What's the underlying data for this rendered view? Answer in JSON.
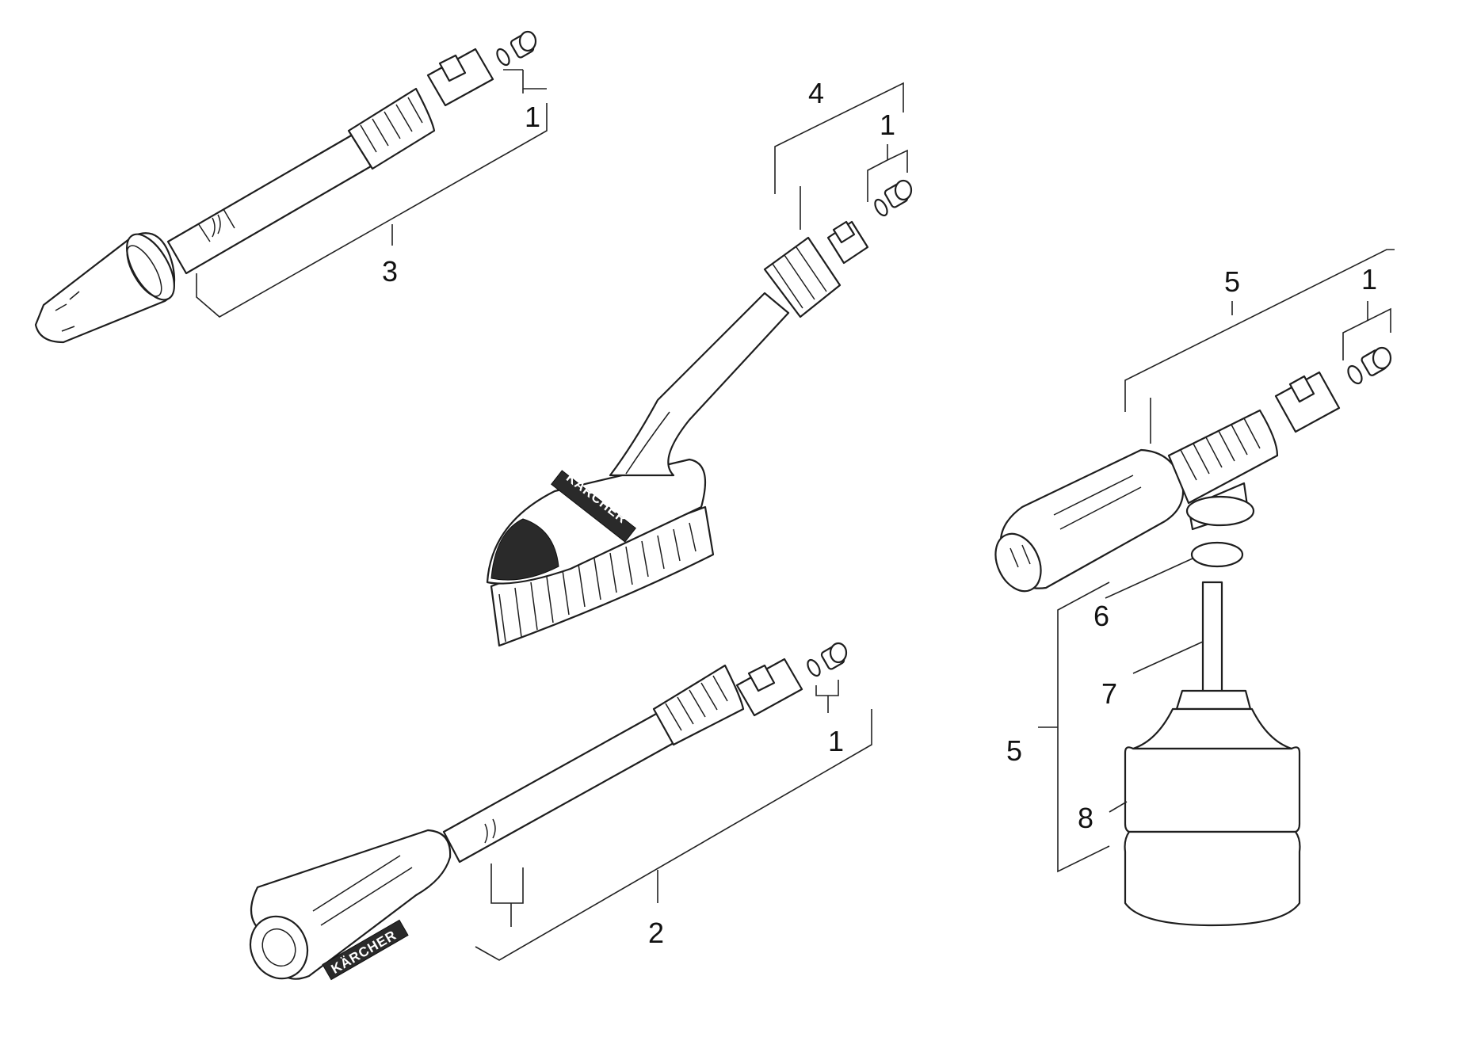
{
  "diagram": {
    "brand_text": "KÄRCHER",
    "callouts": [
      {
        "id": "c1",
        "label": "1"
      },
      {
        "id": "c2",
        "label": "1"
      },
      {
        "id": "c3",
        "label": "1"
      },
      {
        "id": "c4",
        "label": "1"
      },
      {
        "id": "c5",
        "label": "3"
      },
      {
        "id": "c6",
        "label": "4"
      },
      {
        "id": "c7",
        "label": "5"
      },
      {
        "id": "c8",
        "label": "2"
      },
      {
        "id": "c9",
        "label": "6"
      },
      {
        "id": "c10",
        "label": "7"
      },
      {
        "id": "c11",
        "label": "5"
      },
      {
        "id": "c12",
        "label": "8"
      }
    ]
  }
}
